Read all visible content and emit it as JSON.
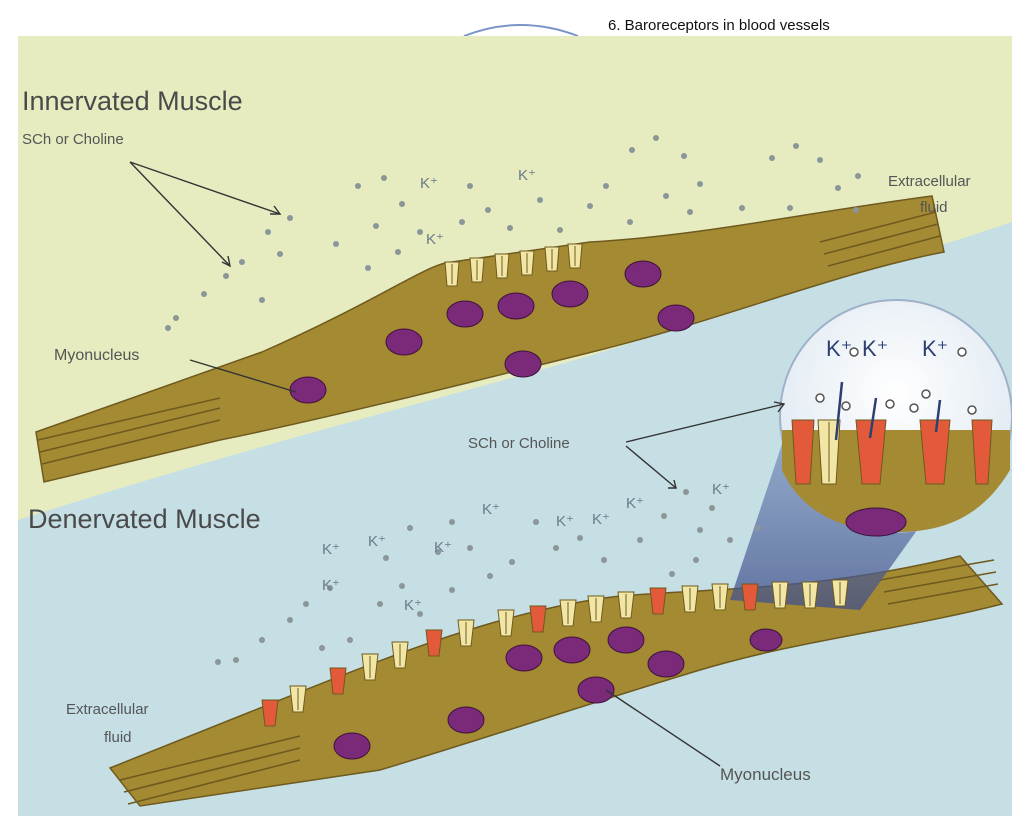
{
  "header": {
    "text": "6. Baroreceptors in blood vessels"
  },
  "innervated": {
    "title": "Innervated Muscle",
    "sch_label": "SCh or Choline",
    "extracellular_label_line1": "Extracellular",
    "extracellular_label_line2": "fluid",
    "myonucleus_label": "Myonucleus",
    "k_labels": [
      "K⁺",
      "K⁺",
      "K⁺"
    ]
  },
  "denervated": {
    "title": "Denervated Muscle",
    "sch_label": "SCh or Choline",
    "extracellular_label_line1": "Extracellular",
    "extracellular_label_line2": "fluid",
    "myonucleus_label": "Myonucleus",
    "k_labels": [
      "K⁺",
      "K⁺",
      "K⁺",
      "K⁺",
      "K⁺",
      "K⁺",
      "K⁺",
      "K⁺",
      "K⁺",
      "K⁺"
    ]
  },
  "zoom": {
    "k_labels": [
      "K⁺",
      "K⁺",
      "K⁺"
    ]
  },
  "colors": {
    "upper_fluid": "#e6ecc0",
    "lower_fluid": "#c5dfe5",
    "muscle": "#a58a34",
    "nucleus": "#7a2a78",
    "receptor_yellow": "#f2e6a6",
    "receptor_red": "#e35a3a"
  }
}
